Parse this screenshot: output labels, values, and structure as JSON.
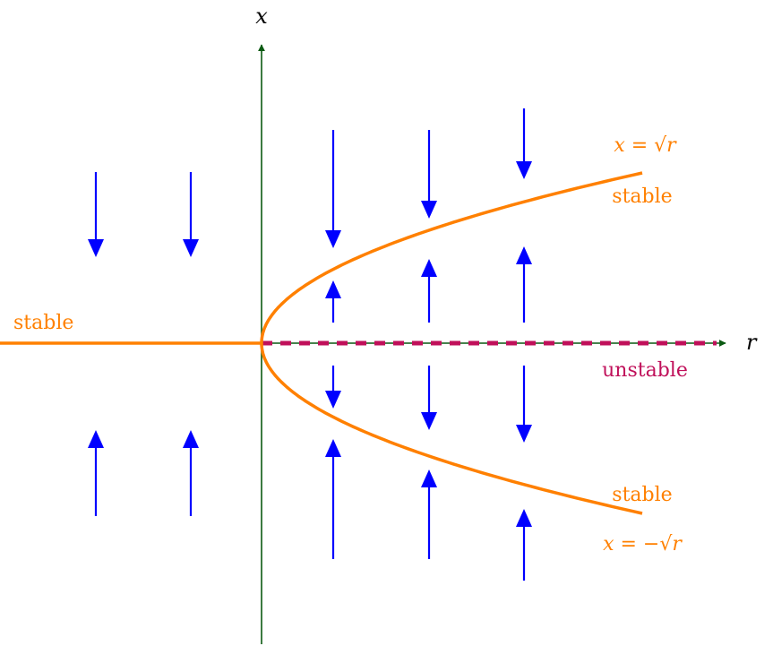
{
  "axes": {
    "horizontal_label": "r",
    "vertical_label": "x",
    "axis_color": "#0b5a12"
  },
  "branches": {
    "negative_r_stable": {
      "label": "stable",
      "color": "#ff8000"
    },
    "upper_sqrt": {
      "label": "stable",
      "equation": "x = √r",
      "color": "#ff8000"
    },
    "lower_sqrt": {
      "label": "stable",
      "equation": "x = −√r",
      "color": "#ff8000"
    },
    "zero_unstable": {
      "label": "unstable",
      "color": "#c0105a"
    }
  },
  "flow_arrows": {
    "color": "#0000ff",
    "directions": [
      "down",
      "down",
      "down",
      "down",
      "down",
      "up",
      "up",
      "up",
      "down",
      "down",
      "down",
      "up",
      "up",
      "up",
      "up",
      "up"
    ]
  }
}
